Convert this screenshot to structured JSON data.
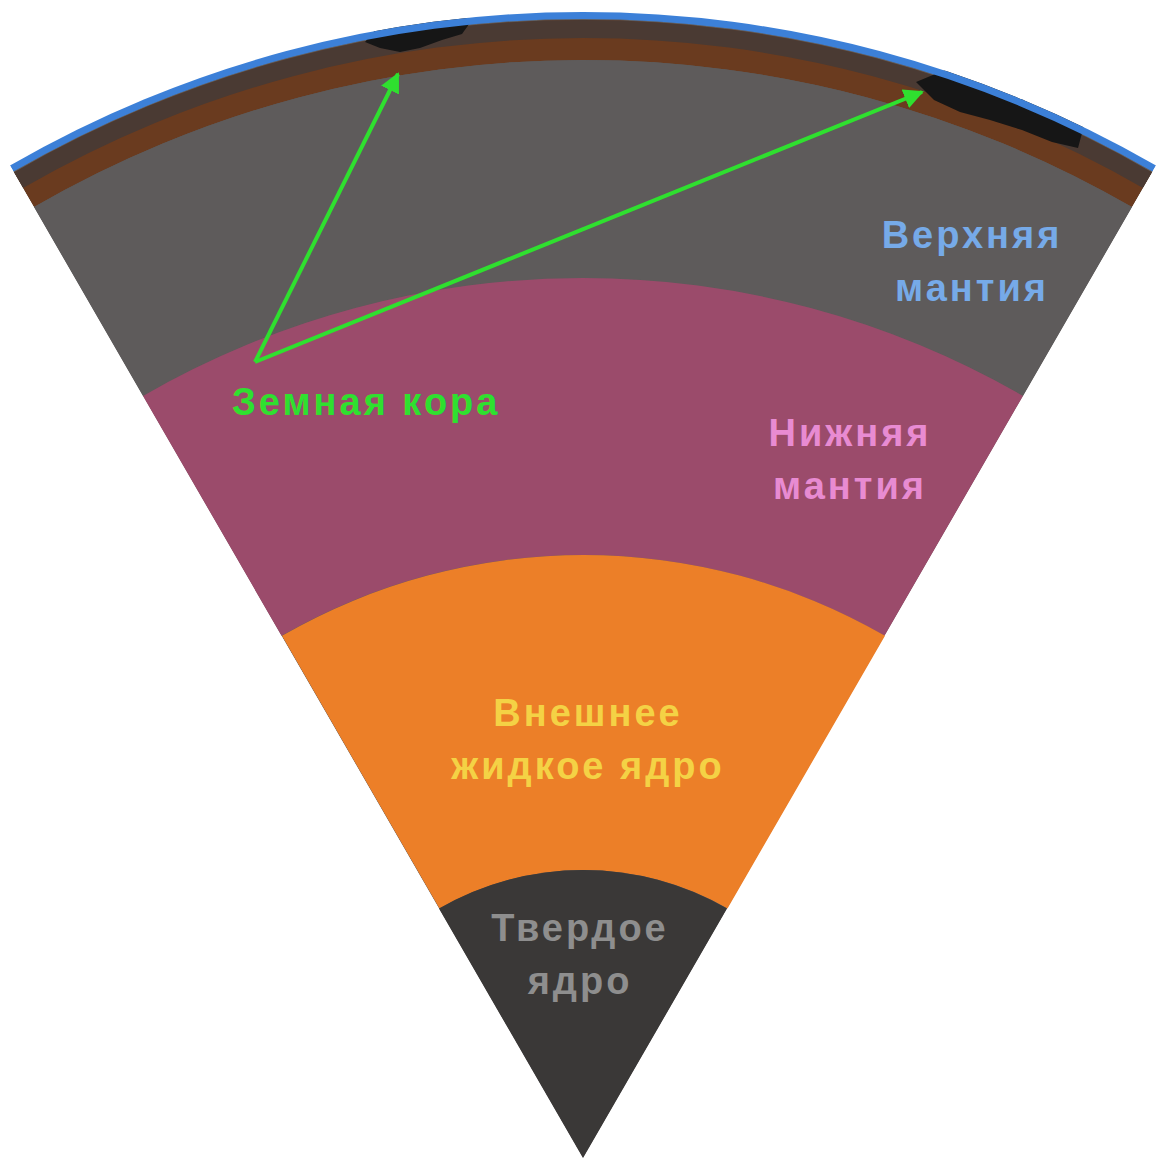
{
  "diagram": {
    "nodes": [
      {
        "text": [
          "Верхняя мантия"
        ]
      },
      {
        "text": [
          "Нижняя мантия"
        ]
      },
      {
        "text": [
          "Внешнее жидкое ядро"
        ]
      },
      {
        "text": [
          "Твердое ядро"
        ]
      }
    ],
    "labels": [
      "Земная кора"
    ]
  }
}
